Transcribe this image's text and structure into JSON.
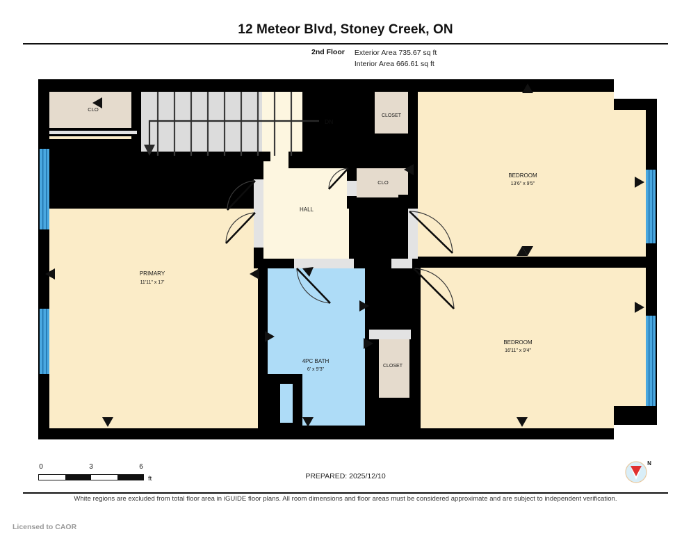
{
  "header": {
    "title": "12 Meteor Blvd, Stoney Creek, ON",
    "floor_label": "2nd Floor",
    "exterior_area": "Exterior Area 735.67 sq ft",
    "interior_area": "Interior Area 666.61 sq ft"
  },
  "footer": {
    "scale": {
      "ticks": [
        "0",
        "3",
        "6"
      ],
      "unit": "ft"
    },
    "prepared": "PREPARED: 2025/12/10",
    "compass_label": "N",
    "disclaimer": "White regions are excluded from total floor area in iGUIDE floor plans. All room dimensions and floor areas must be considered approximate and are subject to independent verification.",
    "licensed": "Licensed to CAOR"
  },
  "plan": {
    "stairs_label": "DN",
    "rooms": [
      {
        "id": "clo-top-left",
        "name": "CLO",
        "dims": ""
      },
      {
        "id": "primary",
        "name": "PRIMARY",
        "dims": "11'11\" x 17'"
      },
      {
        "id": "hall",
        "name": "HALL",
        "dims": ""
      },
      {
        "id": "closet-top",
        "name": "CLOSET",
        "dims": ""
      },
      {
        "id": "clo-mid",
        "name": "CLO",
        "dims": ""
      },
      {
        "id": "bedroom-upper",
        "name": "BEDROOM",
        "dims": "13'6\" x 9'5\""
      },
      {
        "id": "bedroom-lower",
        "name": "BEDROOM",
        "dims": "16'11\" x 9'4\""
      },
      {
        "id": "bath",
        "name": "4PC BATH",
        "dims": "6' x 9'3\""
      },
      {
        "id": "closet-bottom",
        "name": "CLOSET",
        "dims": ""
      }
    ],
    "colors": {
      "wall": "#000000",
      "room_fill": "#fbecc8",
      "closet_fill": "#e5dbcd",
      "hall_fill": "#fdf6e0",
      "bath_fill": "#aedcf7",
      "stairs_fill": "#dcdcdc",
      "window": "#4aa8e0",
      "door_opening": "#e3e3e3"
    }
  }
}
